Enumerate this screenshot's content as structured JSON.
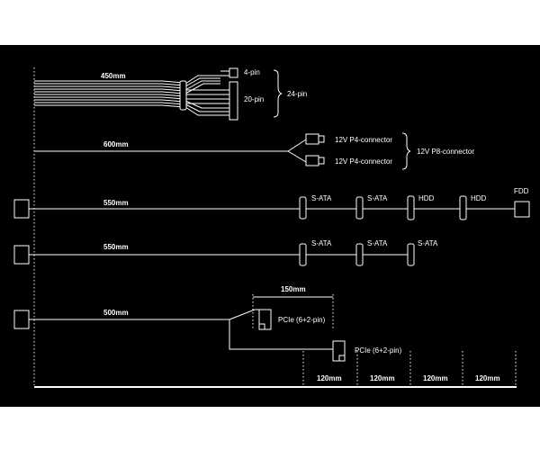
{
  "colors": {
    "background": "#000000",
    "foreground": "#ffffff"
  },
  "cables": {
    "atx": {
      "length": "450mm",
      "pin4": "4-pin",
      "pin20": "20-pin",
      "total": "24-pin"
    },
    "eps": {
      "length": "600mm",
      "p4_a": "12V P4-connector",
      "p4_b": "12V P4-connector",
      "p8": "12V P8-connector"
    },
    "sata1": {
      "length": "550mm",
      "c1": "S-ATA",
      "c2": "S-ATA",
      "c3": "HDD",
      "c4": "HDD",
      "c5": "FDD"
    },
    "sata2": {
      "length": "550mm",
      "c1": "S-ATA",
      "c2": "S-ATA",
      "c3": "S-ATA"
    },
    "pcie": {
      "length": "500mm",
      "split": "150mm",
      "c1": "PCIe (6+2-pin)",
      "c2": "PCIe (6+2-pin)"
    }
  },
  "scale": {
    "s1": "120mm",
    "s2": "120mm",
    "s3": "120mm",
    "s4": "120mm"
  }
}
